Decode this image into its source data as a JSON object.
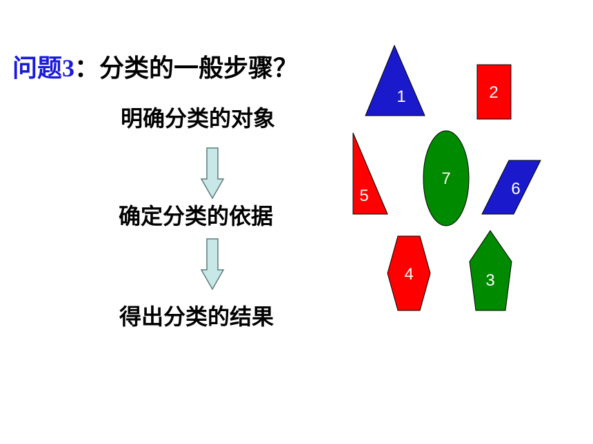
{
  "title": {
    "prefix": "问题",
    "number": "3",
    "rest": "：分类的一般步骤？"
  },
  "steps": [
    "明确分类的对象",
    "确定分类的依据",
    "得出分类的结果"
  ],
  "shapes": [
    {
      "label": "1",
      "kind": "triangle",
      "color": "#1a1acc"
    },
    {
      "label": "2",
      "kind": "rectangle",
      "color": "#ff0000"
    },
    {
      "label": "3",
      "kind": "pentagon",
      "color": "#008a00"
    },
    {
      "label": "4",
      "kind": "hexagon",
      "color": "#ff0000"
    },
    {
      "label": "5",
      "kind": "right-triangle",
      "color": "#ff0000"
    },
    {
      "label": "6",
      "kind": "parallelogram",
      "color": "#1a1acc"
    },
    {
      "label": "7",
      "kind": "ellipse",
      "color": "#008a00"
    }
  ],
  "colors": {
    "title_accent": "#1a1adc",
    "arrow_fill": "#c8e8e8",
    "arrow_stroke": "#5a7a7a"
  }
}
